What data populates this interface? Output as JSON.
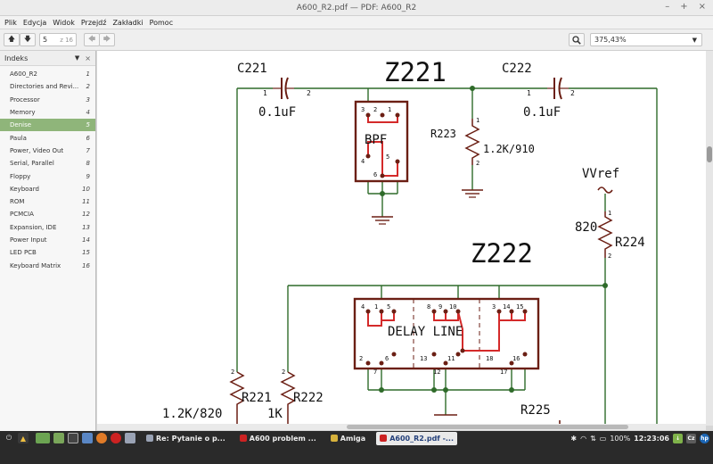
{
  "window": {
    "title": "A600_R2.pdf — PDF: A600_R2",
    "minimize": "–",
    "maximize": "+",
    "close": "×"
  },
  "menu": [
    "Plik",
    "Edycja",
    "Widok",
    "Przejdź",
    "Zakładki",
    "Pomoc"
  ],
  "toolbar": {
    "page_current": "5",
    "page_total": "z 16",
    "zoom_value": "375,43%",
    "up_icon": "arrow-up-icon",
    "down_icon": "arrow-down-icon",
    "back_icon": "arrow-left-icon",
    "forward_icon": "arrow-right-icon",
    "search_icon": "magnifier-icon"
  },
  "sidebar": {
    "header": "Indeks",
    "items": [
      {
        "label": "A600_R2",
        "page": "1"
      },
      {
        "label": "Directories and Revi...",
        "page": "2"
      },
      {
        "label": "Processor",
        "page": "3"
      },
      {
        "label": "Memory",
        "page": "4"
      },
      {
        "label": "Denise",
        "page": "5",
        "active": true
      },
      {
        "label": "Paula",
        "page": "6"
      },
      {
        "label": "Power, Video Out",
        "page": "7"
      },
      {
        "label": "Serial, Parallel",
        "page": "8"
      },
      {
        "label": "Floppy",
        "page": "9"
      },
      {
        "label": "Keyboard",
        "page": "10"
      },
      {
        "label": "ROM",
        "page": "11"
      },
      {
        "label": "PCMCIA",
        "page": "12"
      },
      {
        "label": "Expansion, IDE",
        "page": "13"
      },
      {
        "label": "Power Input",
        "page": "14"
      },
      {
        "label": "LED PCB",
        "page": "15"
      },
      {
        "label": "Keyboard Matrix",
        "page": "16"
      }
    ]
  },
  "schematic": {
    "c221": {
      "ref": "C221",
      "value": "0.1uF",
      "pin1": "1",
      "pin2": "2"
    },
    "c222": {
      "ref": "C222",
      "value": "0.1uF",
      "pin1": "1",
      "pin2": "2"
    },
    "z221": {
      "ref": "Z221",
      "body": "BPF",
      "pins": [
        "3",
        "2",
        "1",
        "4",
        "5",
        "6"
      ]
    },
    "r223": {
      "ref": "R223",
      "value": "1.2K/910",
      "pin1": "1",
      "pin2": "2"
    },
    "vref": "VVref",
    "r224": {
      "ref": "R224",
      "value": "820",
      "pin1": "1",
      "pin2": "2"
    },
    "z222": {
      "ref": "Z222",
      "body": "DELAY LINE",
      "top_pins": [
        "4",
        "1",
        "5",
        "8",
        "9",
        "10",
        "3",
        "14",
        "15"
      ],
      "bottom_pins": [
        "2",
        "6",
        "7",
        "13",
        "11",
        "12",
        "18",
        "16",
        "17"
      ]
    },
    "r221": {
      "ref": "R221",
      "value": "1.2K/820",
      "pin2": "2"
    },
    "r222": {
      "ref": "R222",
      "value": "1K",
      "pin2": "2"
    },
    "r225": {
      "ref": "R225"
    }
  },
  "taskbar": {
    "tasks": [
      {
        "label": "Re: Pytanie o p...",
        "active": false
      },
      {
        "label": "A600 problem ...",
        "active": false
      },
      {
        "label": "Amiga",
        "active": false
      },
      {
        "label": "A600_R2.pdf -...",
        "active": true
      }
    ],
    "battery": "100%",
    "time": "12:23:06",
    "badge_cz": "Cz"
  },
  "colors": {
    "accent_sidebar": "#8fb57a",
    "wire": "#2f6b2a",
    "component": "#6b1f14",
    "highlight": "#d42a2a"
  }
}
